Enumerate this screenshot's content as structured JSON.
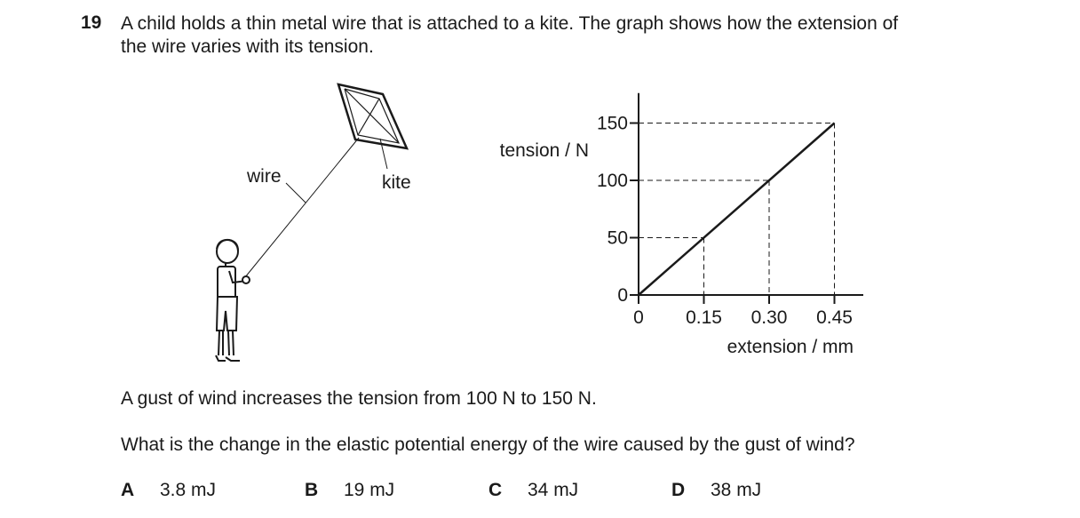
{
  "question": {
    "number": "19",
    "stem_line1": "A child holds a thin metal wire that is attached to a kite. The graph shows how the extension of",
    "stem_line2": "the wire varies with its tension.",
    "text2": "A gust of wind increases the tension from 100 N to 150 N.",
    "question_text": "What is the change in the elastic potential energy of the wire caused by the gust of wind?"
  },
  "figure": {
    "label_wire": "wire",
    "label_kite": "kite"
  },
  "options": [
    {
      "letter": "A",
      "value": "3.8 mJ"
    },
    {
      "letter": "B",
      "value": "19 mJ"
    },
    {
      "letter": "C",
      "value": "34 mJ"
    },
    {
      "letter": "D",
      "value": "38 mJ"
    }
  ],
  "chart_data": {
    "type": "line",
    "title": "",
    "xlabel": "extension / mm",
    "ylabel": "tension / N",
    "xlim": [
      0,
      0.5
    ],
    "ylim": [
      0,
      170
    ],
    "x_ticks": [
      0,
      0.15,
      0.3,
      0.45
    ],
    "x_tick_labels": [
      "0",
      "0.15",
      "0.30",
      "0.45"
    ],
    "y_ticks": [
      0,
      50,
      100,
      150
    ],
    "y_tick_labels": [
      "0",
      "50",
      "100",
      "150"
    ],
    "series": [
      {
        "x": [
          0,
          0.45
        ],
        "y": [
          0,
          150
        ]
      }
    ],
    "guides": [
      {
        "x": 0.15,
        "y": 50
      },
      {
        "x": 0.3,
        "y": 100
      },
      {
        "x": 0.45,
        "y": 150
      }
    ],
    "grid": false
  }
}
